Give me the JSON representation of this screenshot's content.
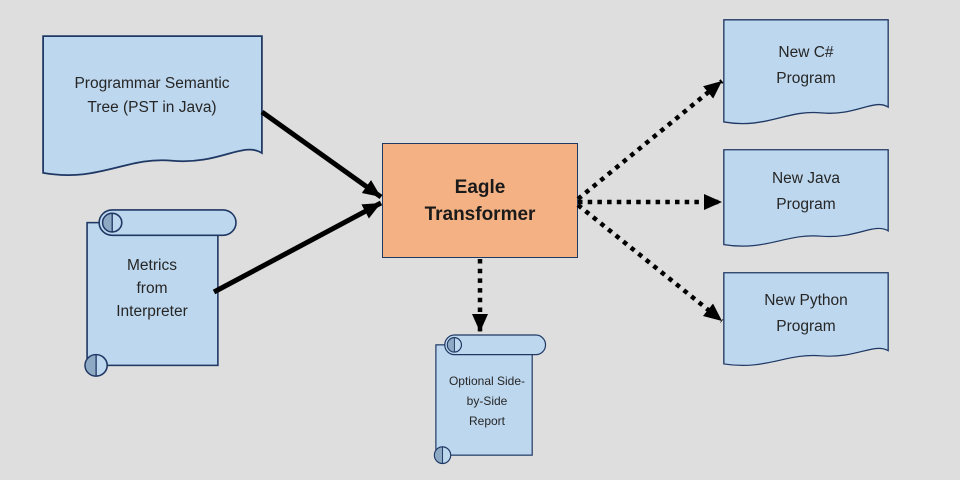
{
  "canvas": {
    "background": "#dedede"
  },
  "colors": {
    "node_fill_blue": "#bdd7ee",
    "node_fill_orange": "#f4b183",
    "node_border": "#1f3864",
    "scroll_curl_shade": "#8ea9c4",
    "arrow": "#000000",
    "text": "#262626"
  },
  "nodes": {
    "pst": {
      "shape": "document",
      "label": "Programmar Semantic Tree (PST in Java)"
    },
    "metrics": {
      "shape": "vertical-scroll",
      "label": "Metrics from Interpreter"
    },
    "transformer": {
      "shape": "process-box",
      "label": "Eagle Transformer"
    },
    "csharp": {
      "shape": "document",
      "label": "New C# Program"
    },
    "java": {
      "shape": "document",
      "label": "New Java Program"
    },
    "python": {
      "shape": "document",
      "label": "New Python Program"
    },
    "report": {
      "shape": "vertical-scroll",
      "label": "Optional Side-by-Side Report"
    }
  },
  "edges": [
    {
      "from": "pst",
      "to": "transformer",
      "style": "solid-arrow"
    },
    {
      "from": "metrics",
      "to": "transformer",
      "style": "solid-arrow"
    },
    {
      "from": "transformer",
      "to": "csharp",
      "style": "dotted-arrow"
    },
    {
      "from": "transformer",
      "to": "java",
      "style": "dotted-arrow"
    },
    {
      "from": "transformer",
      "to": "python",
      "style": "dotted-arrow"
    },
    {
      "from": "transformer",
      "to": "report",
      "style": "dotted-arrow"
    }
  ]
}
